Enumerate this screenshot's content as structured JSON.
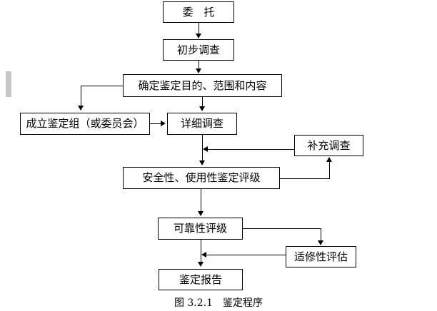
{
  "figure": {
    "caption": "图 3.2.1　鉴定程序",
    "background_color": "#ffffff",
    "line_color": "#000000",
    "margin_mark_color": "#c6c6c6"
  },
  "nodes": {
    "entrust": "委　托",
    "preliminary_survey": "初步调查",
    "define_purpose": "确定鉴定目的、范围和内容",
    "form_team": "成立鉴定组（或委员会）",
    "detailed_survey": "详细调查",
    "supplementary_survey": "补充调查",
    "safety_usability_rating": "安全性、使用性鉴定评级",
    "reliability_rating": "可靠性评级",
    "repairability_assessment": "适修性评估",
    "appraisal_report": "鉴定报告"
  }
}
